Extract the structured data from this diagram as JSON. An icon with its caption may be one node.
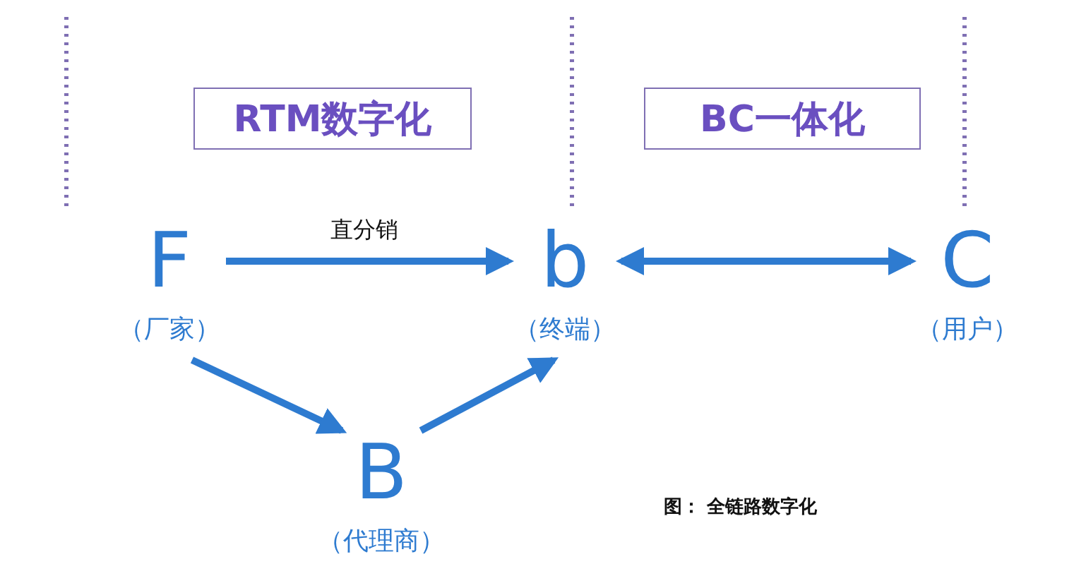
{
  "diagram": {
    "caption": "图： 全链路数字化",
    "nodes": [
      {
        "text": [
          "RTM数字化"
        ]
      },
      {
        "text": [
          "BC一体化"
        ]
      },
      {
        "text": [
          "F"
        ],
        "beside": [
          "（厂家）"
        ]
      },
      {
        "text": [
          "b"
        ],
        "beside": [
          "（终端）"
        ]
      },
      {
        "text": [
          "C"
        ],
        "beside": [
          "（用户）"
        ]
      },
      {
        "text": [
          "B"
        ],
        "beside": [
          "（代理商）"
        ]
      }
    ],
    "edges": [
      {
        "from": 2,
        "to": 3,
        "arrow": "to",
        "label": "直分销"
      },
      {
        "from": 3,
        "to": 4,
        "arrow": "both"
      },
      {
        "from": 2,
        "to": 5,
        "arrow": "to"
      },
      {
        "from": 5,
        "to": 3,
        "arrow": "to"
      }
    ]
  }
}
